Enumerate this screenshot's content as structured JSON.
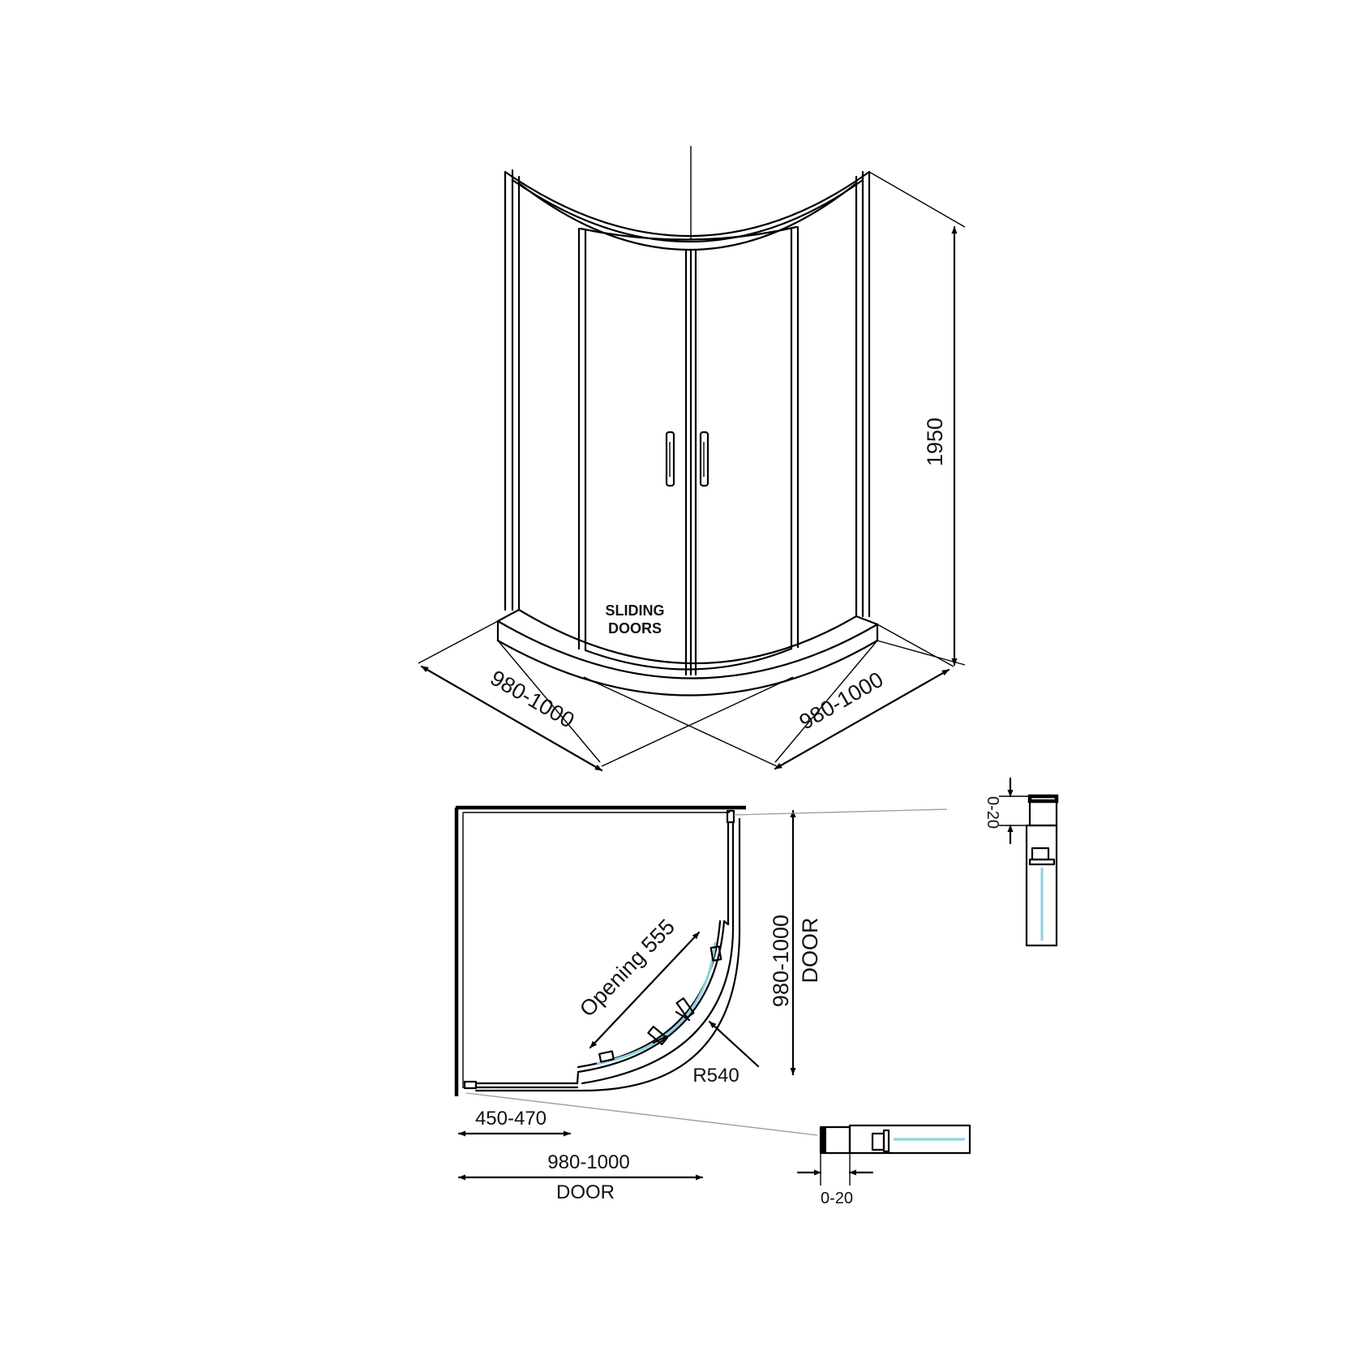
{
  "elevation": {
    "label_sliding_line1": "SLIDING",
    "label_sliding_line2": "DOORS",
    "height": "1950",
    "width_left": "980-1000",
    "width_right": "980-1000"
  },
  "plan": {
    "opening": "Opening 555",
    "radius": "R540",
    "depth": "980-1000",
    "depth_sub": "DOOR",
    "return_width": "450-470",
    "width": "980-1000",
    "width_sub": "DOOR"
  },
  "details": {
    "adjust_top": "0-20",
    "adjust_bottom": "0-20"
  },
  "colors": {
    "glass": "#8fd3e3",
    "line": "#000000"
  }
}
